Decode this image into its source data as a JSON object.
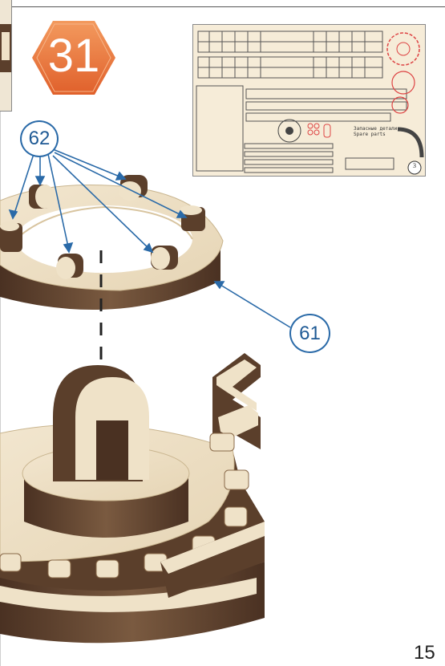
{
  "step": {
    "number": "31",
    "badge_color": "#e8733c"
  },
  "callouts": [
    {
      "id": "callout-62",
      "label": "62"
    },
    {
      "id": "callout-61",
      "label": "61"
    }
  ],
  "parts_sheet": {
    "title": "Запасные детали",
    "subtitle": "Spare parts",
    "sheet_number": "3"
  },
  "page_number": "15",
  "colors": {
    "wood_light": "#efe2c8",
    "wood_dark": "#5b3f2b",
    "callout_blue": "#2a6aa8"
  }
}
